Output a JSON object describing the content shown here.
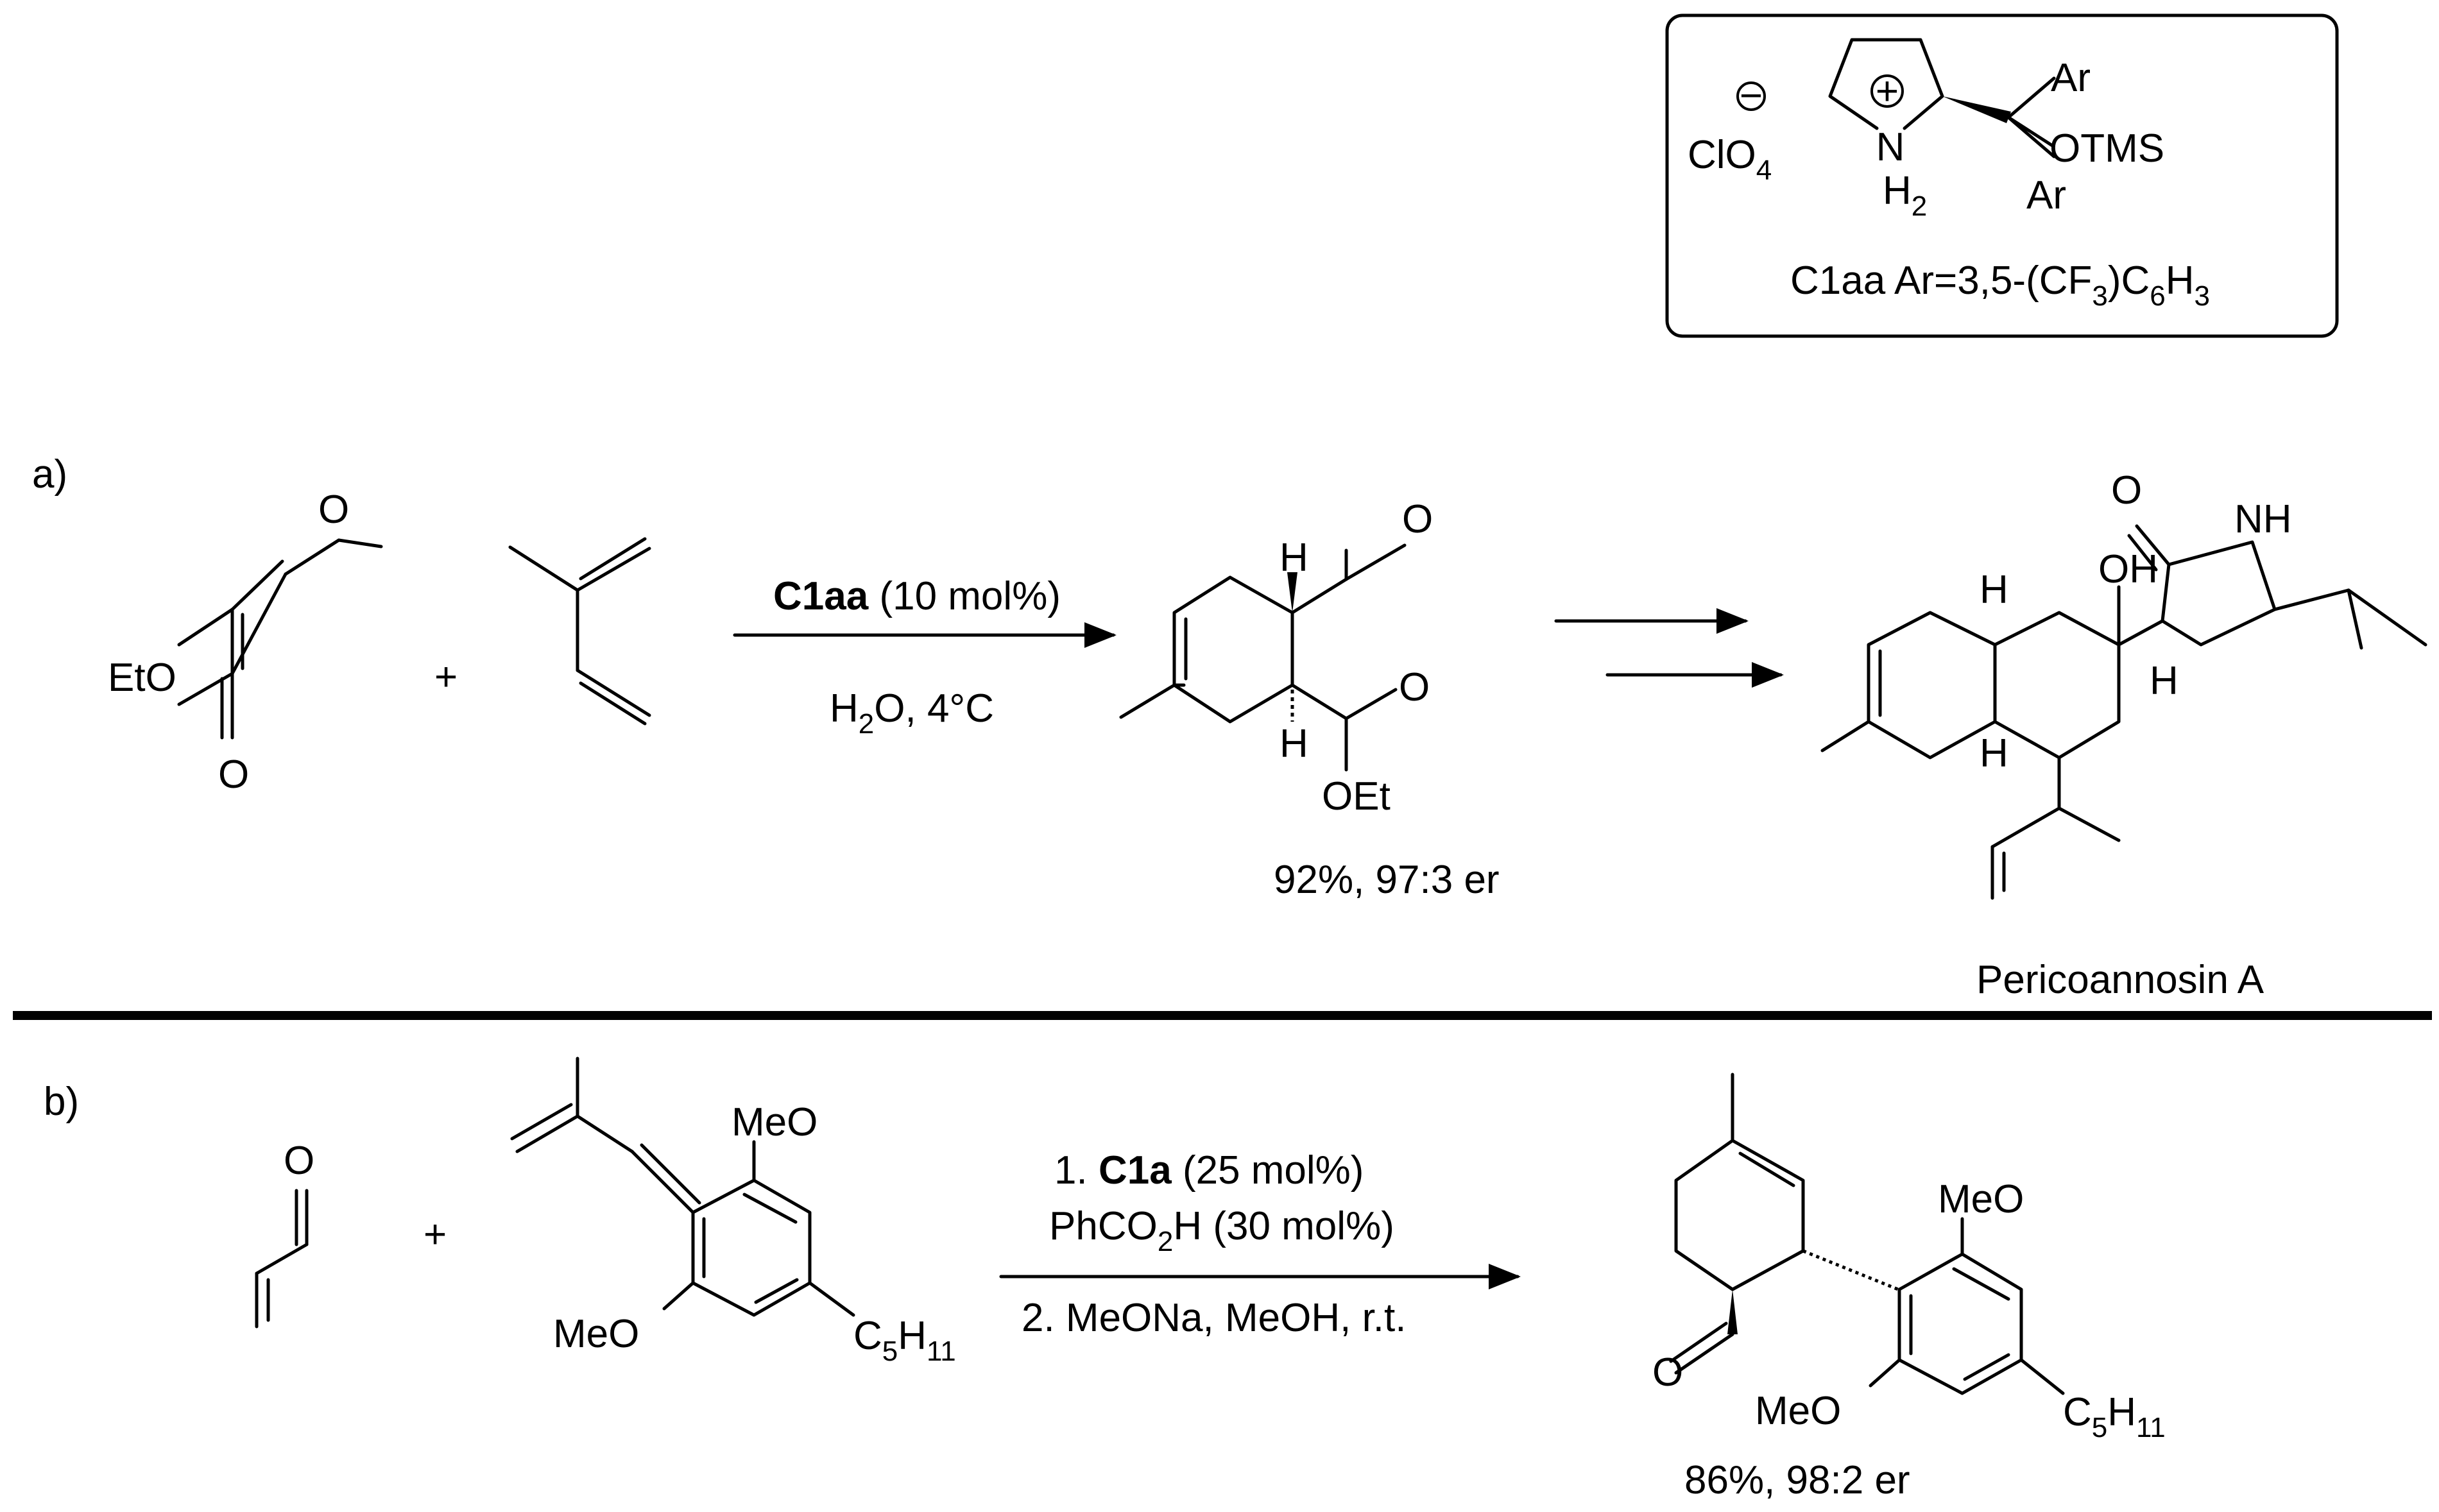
{
  "catalyst_box": {
    "counterion": "ClO",
    "counterion_sub": "4",
    "charge_minus": "−",
    "charge_plus": "+",
    "nh2": "N",
    "nh2_h": "H",
    "nh2_sub": "2",
    "ar_top": "Ar",
    "ar_bottom": "Ar",
    "otms": "OTMS",
    "caption": {
      "name": "C1aa",
      "p1": "Ar=3,5-(CF",
      "s1": "3",
      "p2": ")C",
      "s2": "6",
      "p3": "H",
      "s3": "3"
    }
  },
  "section_a": {
    "label": "a)",
    "plus": "+",
    "reactant1_eto": "EtO",
    "atom_o": "O",
    "catalyst": "C1aa",
    "loading": "(10 mol%)",
    "solvent_h": "H",
    "solvent_sub": "2",
    "solvent_rest": "O, 4°C",
    "product_oet": "OEt",
    "atom_h": "H",
    "yield": "92%, 97:3 er",
    "natural_product": "Pericoannosin A",
    "nh": "NH",
    "oh": "OH"
  },
  "section_b": {
    "label": "b)",
    "plus": "+",
    "atom_o": "O",
    "meo": "MeO",
    "c5_c": "C",
    "c5_sub": "5",
    "c5_h": "H",
    "c5_sub2": "11",
    "step1_num": "1.",
    "step1_cat": "C1a",
    "step1_load": "(25 mol%)",
    "step1_acid_a": "PhCO",
    "step1_acid_sub": "2",
    "step1_acid_b": "H (30 mol%)",
    "step2": "2. MeONa, MeOH, r.t.",
    "yield": "86%, 98:2 er"
  }
}
